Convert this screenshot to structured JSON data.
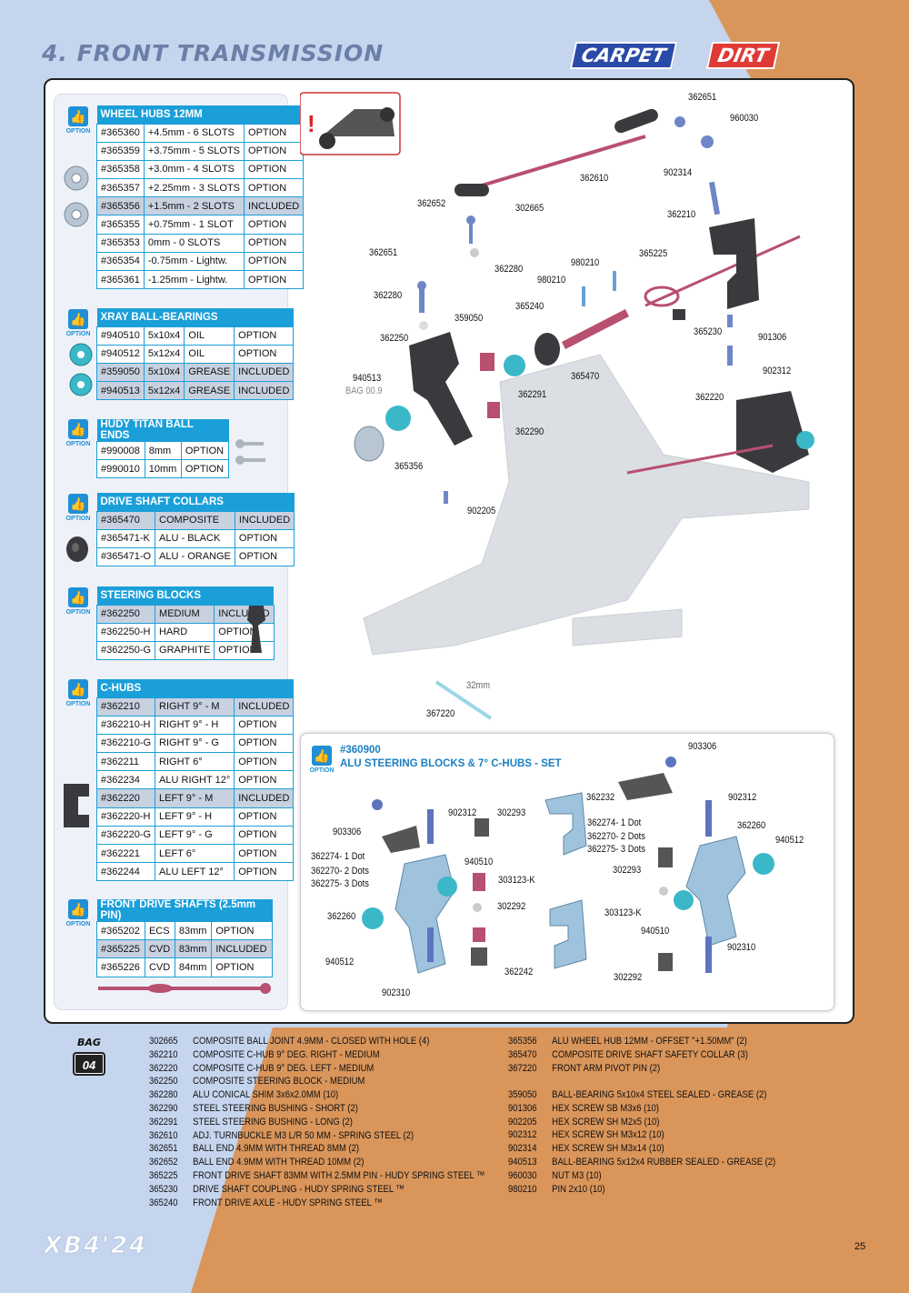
{
  "header": {
    "title": "4. FRONT TRANSMISSION",
    "tag_carpet": "CARPET",
    "tag_dirt": "DIRT"
  },
  "option_label": "OPTION",
  "tables": {
    "wheel_hubs": {
      "title": "WHEEL HUBS 12MM",
      "rows": [
        [
          "#365360",
          "+4.5mm   - 6 SLOTS",
          "OPTION"
        ],
        [
          "#365359",
          "+3.75mm - 5 SLOTS",
          "OPTION"
        ],
        [
          "#365358",
          "+3.0mm   - 4 SLOTS",
          "OPTION"
        ],
        [
          "#365357",
          "+2.25mm - 3 SLOTS",
          "OPTION"
        ],
        [
          "#365356",
          "+1.5mm   - 2 SLOTS",
          "INCLUDED"
        ],
        [
          "#365355",
          "+0.75mm - 1 SLOT",
          "OPTION"
        ],
        [
          "#365353",
          "0mm          - 0 SLOTS",
          "OPTION"
        ],
        [
          "#365354",
          "-0.75mm    - Lightw.",
          "OPTION"
        ],
        [
          "#365361",
          "-1.25mm    - Lightw.",
          "OPTION"
        ]
      ]
    },
    "ball_bearings": {
      "title": "XRAY BALL-BEARINGS",
      "rows": [
        [
          "#940510",
          "5x10x4",
          "OIL",
          "OPTION"
        ],
        [
          "#940512",
          "5x12x4",
          "OIL",
          "OPTION"
        ],
        [
          "#359050",
          "5x10x4",
          "GREASE",
          "INCLUDED"
        ],
        [
          "#940513",
          "5x12x4",
          "GREASE",
          "INCLUDED"
        ]
      ]
    },
    "ball_ends": {
      "title": "HUDY TITAN BALL ENDS",
      "rows": [
        [
          "#990008",
          "8mm",
          "OPTION"
        ],
        [
          "#990010",
          "10mm",
          "OPTION"
        ]
      ]
    },
    "collars": {
      "title": "DRIVE SHAFT COLLARS",
      "rows": [
        [
          "#365470",
          "COMPOSITE",
          "INCLUDED"
        ],
        [
          "#365471-K",
          "ALU - BLACK",
          "OPTION"
        ],
        [
          "#365471-O",
          "ALU - ORANGE",
          "OPTION"
        ]
      ]
    },
    "steering_blocks": {
      "title": "STEERING BLOCKS",
      "rows": [
        [
          "#362250",
          "MEDIUM",
          "INCLUDED"
        ],
        [
          "#362250-H",
          "HARD",
          "OPTION"
        ],
        [
          "#362250-G",
          "GRAPHITE",
          "OPTION"
        ]
      ]
    },
    "c_hubs": {
      "title": "C-HUBS",
      "rows": [
        [
          "#362210",
          "RIGHT 9° - M",
          "INCLUDED"
        ],
        [
          "#362210-H",
          "RIGHT 9° - H",
          "OPTION"
        ],
        [
          "#362210-G",
          "RIGHT 9° - G",
          "OPTION"
        ],
        [
          "#362211",
          "RIGHT 6°",
          "OPTION"
        ],
        [
          "#362234",
          "ALU RIGHT 12°",
          "OPTION"
        ],
        [
          "#362220",
          "LEFT 9° - M",
          "INCLUDED"
        ],
        [
          "#362220-H",
          "LEFT 9° - H",
          "OPTION"
        ],
        [
          "#362220-G",
          "LEFT 9° - G",
          "OPTION"
        ],
        [
          "#362221",
          "LEFT 6°",
          "OPTION"
        ],
        [
          "#362244",
          "ALU LEFT 12°",
          "OPTION"
        ]
      ]
    },
    "drive_shafts": {
      "title": "FRONT DRIVE SHAFTS (2.5mm PIN)",
      "rows": [
        [
          "#365202",
          "ECS",
          "83mm",
          "OPTION"
        ],
        [
          "#365225",
          "CVD",
          "83mm",
          "INCLUDED"
        ],
        [
          "#365226",
          "CVD",
          "84mm",
          "OPTION"
        ]
      ]
    }
  },
  "callouts": {
    "c1": "362651",
    "c2": "960030",
    "c3": "362610",
    "c4": "902314",
    "c5": "362652",
    "c6": "302665",
    "c7": "362210",
    "c8": "362651",
    "c9": "362280",
    "c10": "980210",
    "c11": "365225",
    "c12": "980210",
    "c13": "362280",
    "c14": "365240",
    "c15": "359050",
    "c16": "365230",
    "c17": "901306",
    "c18": "362250",
    "c19": "902312",
    "c20": "365470",
    "c21": "940513",
    "c22": "BAG 00.9",
    "c23": "362291",
    "c24": "362220",
    "c25": "362290",
    "c26": "365356",
    "c27": "902205",
    "c28": "32mm",
    "c29": "367220"
  },
  "set": {
    "code": "#360900",
    "title": "ALU STEERING BLOCKS & 7° C-HUBS - SET",
    "labels": {
      "s1": "903306",
      "s2": "362232",
      "s3": "902312",
      "s4": "302293",
      "s5": "902312",
      "s6": "362274- 1 Dot",
      "s7": "362270- 2 Dots",
      "s8": "362275- 3 Dots",
      "s9": "362260",
      "s10": "903306",
      "s11": "940512",
      "s12": "940510",
      "s13": "362274- 1 Dot",
      "s14": "362270- 2 Dots",
      "s15": "362275- 3 Dots",
      "s16": "302293",
      "s17": "303123-K",
      "s18": "303123-K",
      "s19": "302292",
      "s20": "362260",
      "s21": "940510",
      "s22": "902310",
      "s23": "940512",
      "s24": "362242",
      "s25": "302292",
      "s26": "902310"
    }
  },
  "bag": {
    "label": "BAG",
    "number": "04"
  },
  "parts_left": [
    [
      "302665",
      "COMPOSITE BALL JOINT 4.9MM - CLOSED WITH HOLE (4)"
    ],
    [
      "362210",
      "COMPOSITE C-HUB 9° DEG. RIGHT - MEDIUM"
    ],
    [
      "362220",
      "COMPOSITE C-HUB 9° DEG. LEFT - MEDIUM"
    ],
    [
      "362250",
      "COMPOSITE STEERING BLOCK - MEDIUM"
    ],
    [
      "362280",
      "ALU CONICAL SHIM 3x6x2.0MM (10)"
    ],
    [
      "362290",
      "STEEL STEERING BUSHING - SHORT (2)"
    ],
    [
      "362291",
      "STEEL STEERING BUSHING - LONG (2)"
    ],
    [
      "362610",
      "ADJ. TURNBUCKLE M3 L/R 50 MM  - SPRING STEEL (2)"
    ],
    [
      "362651",
      "BALL END 4.9MM WITH THREAD 8MM (2)"
    ],
    [
      "362652",
      "BALL END 4.9MM WITH THREAD 10MM (2)"
    ],
    [
      "365225",
      "FRONT DRIVE SHAFT 83MM WITH 2.5MM PIN - HUDY SPRING STEEL ™"
    ],
    [
      "365230",
      "DRIVE SHAFT COUPLING  - HUDY SPRING STEEL ™"
    ],
    [
      "365240",
      "FRONT DRIVE AXLE - HUDY SPRING STEEL ™"
    ]
  ],
  "parts_right_a": [
    [
      "365356",
      "ALU WHEEL HUB 12MM - OFFSET \"+1.50MM\" (2)"
    ],
    [
      "365470",
      "COMPOSITE DRIVE SHAFT SAFETY COLLAR (3)"
    ],
    [
      "367220",
      "FRONT ARM PIVOT PIN (2)"
    ]
  ],
  "parts_right_b": [
    [
      "359050",
      "BALL-BEARING 5x10x4 STEEL SEALED - GREASE  (2)"
    ],
    [
      "901306",
      "HEX SCREW  SB M3x6  (10)"
    ],
    [
      "902205",
      "HEX SCREW  SH M2x5  (10)"
    ],
    [
      "902312",
      "HEX SCREW  SH M3x12  (10)"
    ],
    [
      "902314",
      "HEX SCREW  SH M3x14  (10)"
    ],
    [
      "940513",
      "BALL-BEARING 5x12x4 RUBBER SEALED - GREASE  (2)"
    ],
    [
      "960030",
      "NUT M3  (10)"
    ],
    [
      "980210",
      "PIN 2x10  (10)"
    ]
  ],
  "footer": {
    "logo": "XB4'24",
    "page": "25"
  },
  "colors": {
    "accent_blue": "#1b9fd9",
    "orange": "#d9955a",
    "light_blue": "#c5d5ee",
    "pink": "#c0567a"
  }
}
